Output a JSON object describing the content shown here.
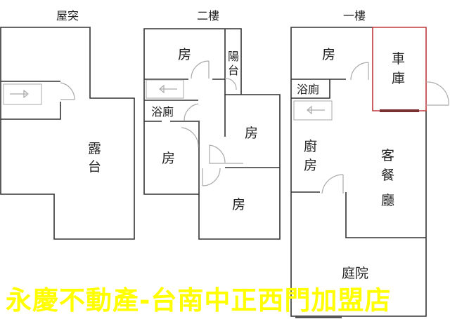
{
  "floors": {
    "roof": {
      "title": "屋突",
      "rooms": {
        "terrace_1": "露",
        "terrace_2": "台"
      }
    },
    "second": {
      "title": "二樓",
      "rooms": {
        "room_top": "房",
        "balcony_1": "陽",
        "balcony_2": "台",
        "bath": "浴廁",
        "room_left": "房",
        "room_right": "房",
        "room_bottom": "房"
      }
    },
    "first": {
      "title": "一樓",
      "rooms": {
        "room": "房",
        "garage_1": "車",
        "garage_2": "庫",
        "bath": "浴廁",
        "kitchen_1": "廚",
        "kitchen_2": "房",
        "living_1": "客",
        "living_2": "餐",
        "living_3": "廳",
        "yard": "庭院"
      }
    }
  },
  "watermark": "永慶不動產-台南中正西門加盟店",
  "colors": {
    "wall": "#333333",
    "garage": "#c0393b",
    "watermark": "#ffff00"
  }
}
